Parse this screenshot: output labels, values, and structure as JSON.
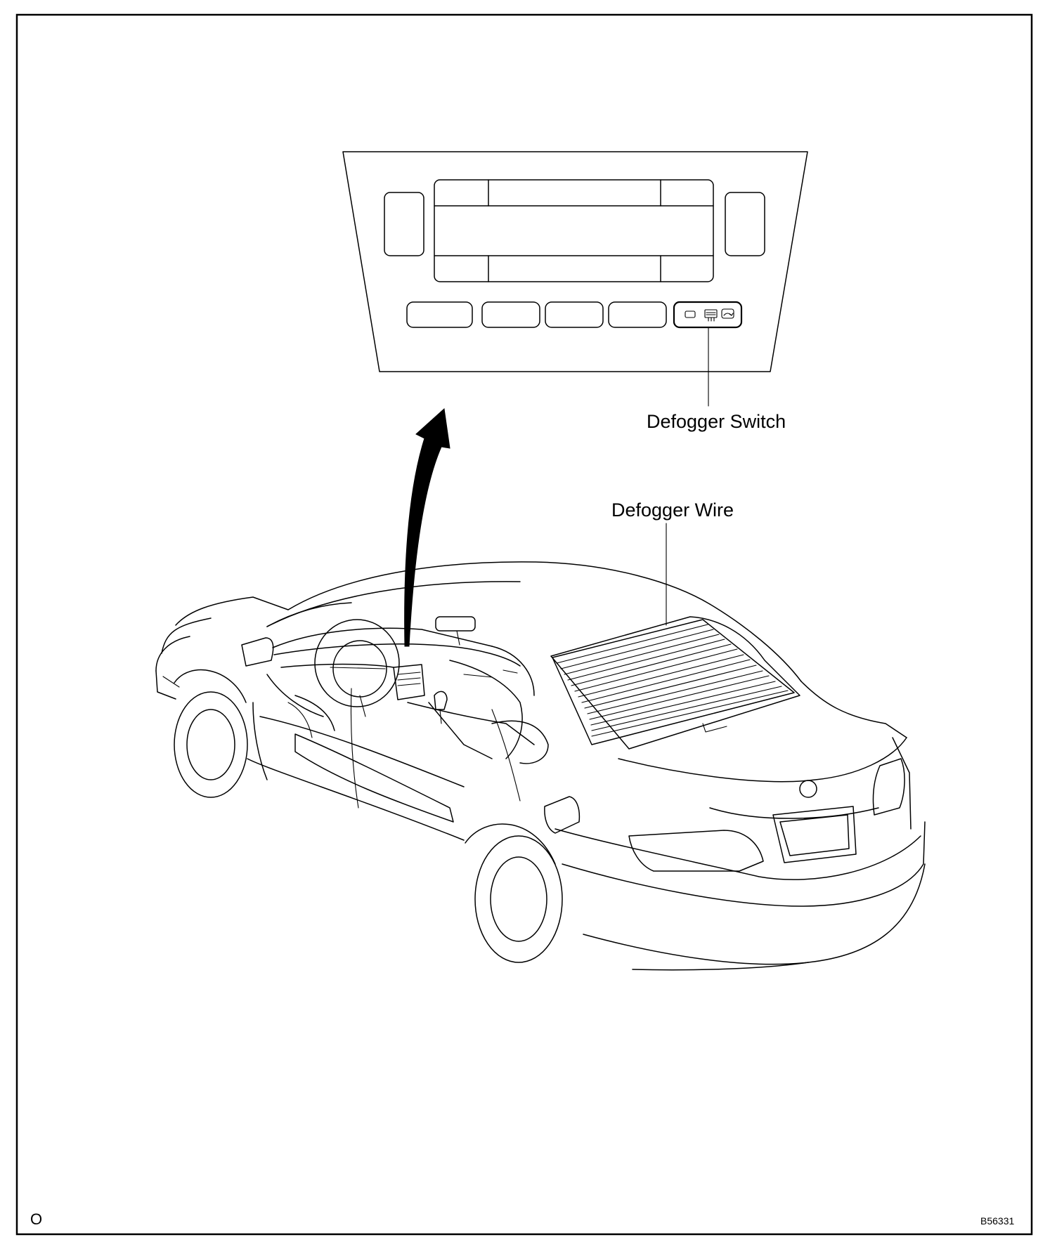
{
  "labels": {
    "switch": "Defogger Switch",
    "wire": "Defogger Wire"
  },
  "footer": {
    "left_mark": "O",
    "figure_code": "B56331"
  }
}
